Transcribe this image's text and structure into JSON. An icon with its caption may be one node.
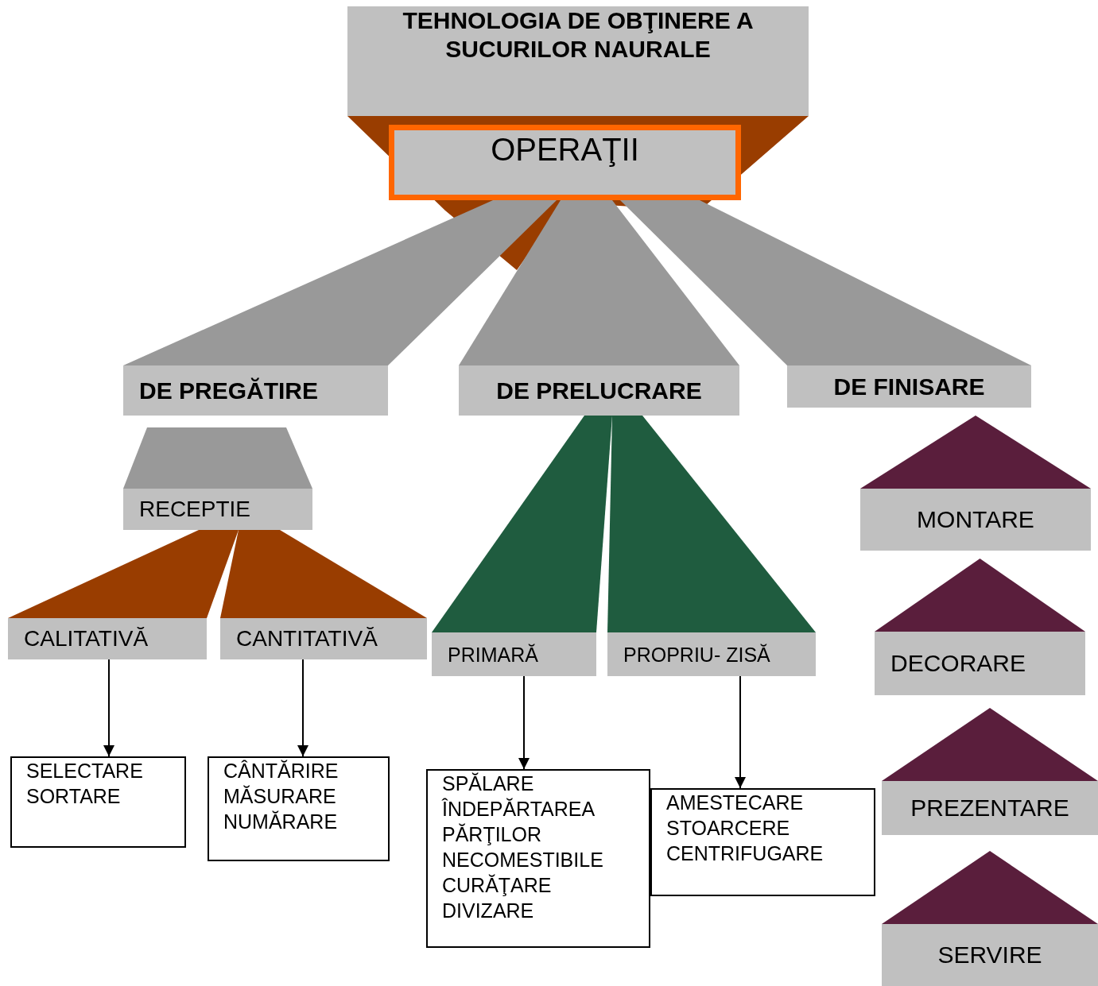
{
  "diagram": {
    "nodes": [
      {
        "text": [
          "TEHNOLOGIA DE OBŢINERE A SUCURILOR NAURALE"
        ]
      },
      {
        "text": [
          "OPERAŢII"
        ]
      },
      {
        "text": [
          "DE PREGĂTIRE"
        ]
      },
      {
        "text": [
          "DE PRELUCRARE"
        ]
      },
      {
        "text": [
          "DE FINISARE"
        ]
      },
      {
        "text": [
          "RECEPTIE"
        ]
      },
      {
        "text": [
          "CALITATIVĂ"
        ]
      },
      {
        "text": [
          "CANTITATIVĂ"
        ]
      },
      {
        "text": [
          "PRIMARĂ"
        ]
      },
      {
        "text": [
          "PROPRIU- ZISĂ"
        ]
      },
      {
        "text": [
          "SELECTARE",
          "SORTARE"
        ]
      },
      {
        "text": [
          "CÂNTĂRIRE",
          "MĂSURARE",
          "NUMĂRARE"
        ]
      },
      {
        "text": [
          "SPĂLARE",
          "ÎNDEPĂRTAREA PĂRŢILOR NECOMESTIBILE",
          "CURĂŢARE",
          "DIVIZARE"
        ]
      },
      {
        "text": [
          "AMESTECARE",
          "STOARCERE",
          "CENTRIFUGARE"
        ]
      },
      {
        "text": [
          "MONTARE"
        ]
      },
      {
        "text": [
          "DECORARE"
        ]
      },
      {
        "text": [
          "PREZENTARE"
        ]
      },
      {
        "text": [
          "SERVIRE"
        ]
      }
    ],
    "edges": [
      {
        "from": 0,
        "to": 1,
        "arrow": "none",
        "color": "#993d00"
      },
      {
        "from": 1,
        "to": 2,
        "arrow": "none",
        "color": "#999999"
      },
      {
        "from": 1,
        "to": 3,
        "arrow": "none",
        "color": "#999999"
      },
      {
        "from": 1,
        "to": 4,
        "arrow": "none",
        "color": "#999999"
      },
      {
        "from": 5,
        "to": 6,
        "arrow": "none",
        "color": "#993d00"
      },
      {
        "from": 5,
        "to": 7,
        "arrow": "none",
        "color": "#993d00"
      },
      {
        "from": 3,
        "to": 8,
        "arrow": "none",
        "color": "#1f5c3f"
      },
      {
        "from": 3,
        "to": 9,
        "arrow": "none",
        "color": "#1f5c3f"
      },
      {
        "from": 6,
        "to": 10,
        "arrow": "to"
      },
      {
        "from": 7,
        "to": 11,
        "arrow": "to"
      },
      {
        "from": 8,
        "to": 12,
        "arrow": "to"
      },
      {
        "from": 9,
        "to": 13,
        "arrow": "to"
      }
    ]
  }
}
